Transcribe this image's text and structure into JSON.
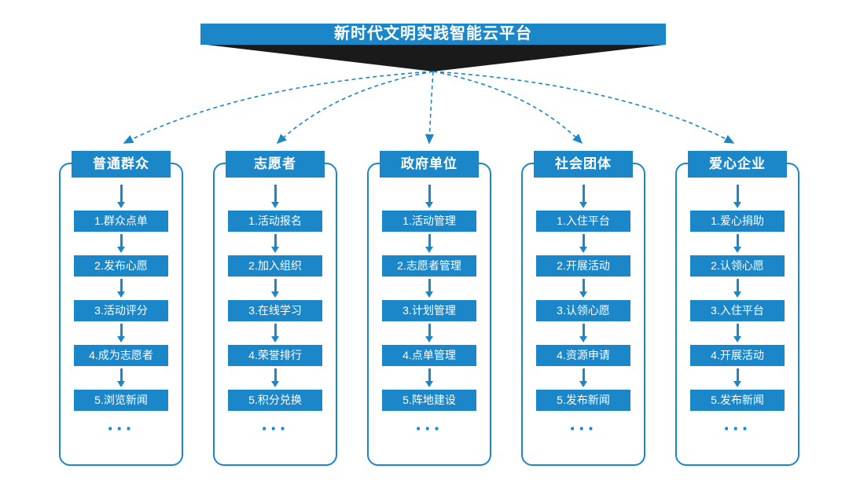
{
  "title": "新时代文明实践智能云平台",
  "columns": [
    {
      "header": "普通群众",
      "items": [
        "1.群众点单",
        "2.发布心愿",
        "3.活动评分",
        "4.成为志愿者",
        "5.浏览新闻"
      ],
      "more": "···"
    },
    {
      "header": "志愿者",
      "items": [
        "1.活动报名",
        "2.加入组织",
        "3.在线学习",
        "4.荣誉排行",
        "5.积分兑换"
      ],
      "more": "···"
    },
    {
      "header": "政府单位",
      "items": [
        "1.活动管理",
        "2.志愿者管理",
        "3.计划管理",
        "4.点单管理",
        "5.阵地建设"
      ],
      "more": "···"
    },
    {
      "header": "社会团体",
      "items": [
        "1.入住平台",
        "2.开展活动",
        "3.认领心愿",
        "4.资源申请",
        "5.发布新闻"
      ],
      "more": "···"
    },
    {
      "header": "爱心企业",
      "items": [
        "1.爱心捐助",
        "2.认领心愿",
        "3.入住平台",
        "4.开展活动",
        "5.发布新闻"
      ],
      "more": "···"
    }
  ],
  "colors": {
    "primary": "#1b87c9",
    "dark": "#1a1a1a"
  }
}
